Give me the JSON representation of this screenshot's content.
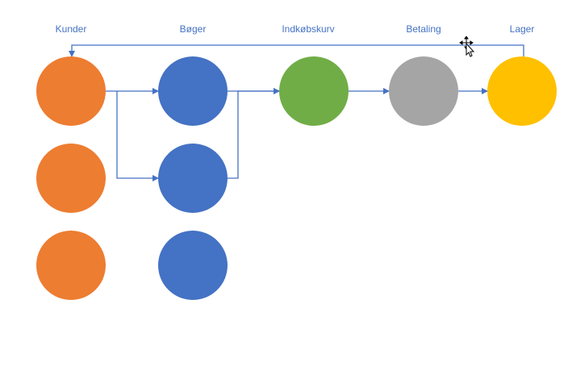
{
  "columns": {
    "kunder": "Kunder",
    "boger": "Bøger",
    "indkobskurv": "Indkøbskurv",
    "betaling": "Betaling",
    "lager": "Lager"
  },
  "colors": {
    "kunder": "#ed7d31",
    "boger": "#4472c4",
    "indkobskurv": "#70ad47",
    "betaling": "#a5a5a5",
    "lager": "#ffc000",
    "connector": "#4472c4"
  },
  "nodes": [
    {
      "id": "kunde-1",
      "group": "kunder"
    },
    {
      "id": "kunde-2",
      "group": "kunder"
    },
    {
      "id": "kunde-3",
      "group": "kunder"
    },
    {
      "id": "bog-1",
      "group": "boger"
    },
    {
      "id": "bog-2",
      "group": "boger"
    },
    {
      "id": "bog-3",
      "group": "boger"
    },
    {
      "id": "indkobskurv",
      "group": "indkobskurv"
    },
    {
      "id": "betaling",
      "group": "betaling"
    },
    {
      "id": "lager",
      "group": "lager"
    }
  ],
  "edges": [
    {
      "from": "kunde-1",
      "to": "bog-1"
    },
    {
      "from": "kunde-1",
      "to": "bog-2"
    },
    {
      "from": "bog-1",
      "to": "indkobskurv"
    },
    {
      "from": "bog-2",
      "to": "indkobskurv"
    },
    {
      "from": "indkobskurv",
      "to": "betaling"
    },
    {
      "from": "betaling",
      "to": "lager"
    },
    {
      "from": "lager",
      "to": "kunde-1"
    }
  ]
}
